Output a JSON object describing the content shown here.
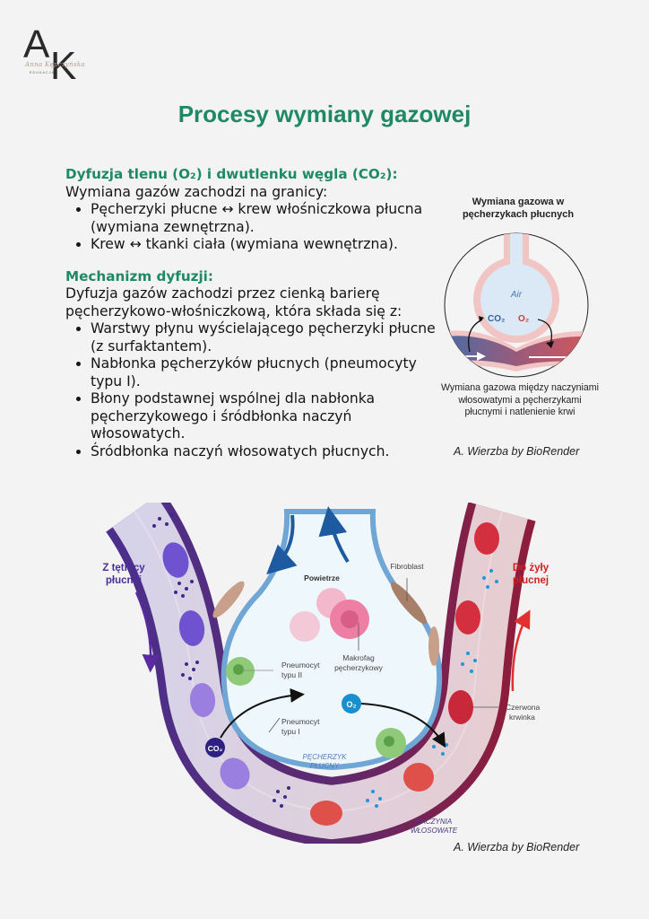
{
  "logo": {
    "monogram_a": "A",
    "monogram_k": "K",
    "signature": "Anna Kępczyńska",
    "subtitle": "EDUKACJA"
  },
  "title": "Procesy wymiany gazowej",
  "section1": {
    "heading": "Dyfuzja tlenu (O₂) i dwutlenku węgla (CO₂):",
    "intro": "Wymiana gazów zachodzi na granicy:",
    "bullets": [
      "Pęcherzyki płucne ↔ krew włośniczkowa płucna (wymiana zewnętrzna).",
      "Krew ↔ tkanki ciała (wymiana wewnętrzna)."
    ]
  },
  "section2": {
    "heading": "Mechanizm dyfuzji:",
    "intro": "Dyfuzja gazów zachodzi przez cienką barierę pęcherzykowo-włośniczkową, która składa się z:",
    "bullets": [
      "Warstwy płynu wyścielającego pęcherzyki płucne (z surfaktantem).",
      "Nabłonka pęcherzyków płucnych (pneumocyty typu I).",
      "Błony podstawnej wspólnej dla nabłonka pęcherzykowego i śródbłonka naczyń włosowatych.",
      "Śródbłonka naczyń włosowatych płucnych."
    ]
  },
  "small_figure": {
    "title_line1": "Wymiana gazowa w",
    "title_line2": "pęcherzykach płucnych",
    "air_label": "Air",
    "co2_label": "CO₂",
    "o2_label": "O₂",
    "caption": "Wymiana gazowa między naczyniami włosowatymi a pęcherzykami płucnymi i natlenienie krwi",
    "credit": "A. Wierzba by BioRender",
    "colors": {
      "deoxygenated": "#3a6fb0",
      "oxygenated": "#e05555",
      "alveolus_wall": "#f2c5c5",
      "air": "#dbe9f7"
    }
  },
  "main_figure": {
    "from_artery_line1": "Z tętnicy",
    "from_artery_line2": "płucnej",
    "to_vein_line1": "Do żyły",
    "to_vein_line2": "płucnej",
    "air_label": "Powietrze",
    "fibroblast_label": "Fibroblast",
    "macrophage_line1": "Makrofag",
    "macrophage_line2": "pęcherzykowy",
    "pneumocyte2_line1": "Pneumocyt",
    "pneumocyte2_line2": "typu II",
    "pneumocyte1_line1": "Pneumocyt",
    "pneumocyte1_line2": "typu I",
    "o2_label": "O₂",
    "co2_label": "CO₂",
    "rbc_line1": "Czerwona",
    "rbc_line2": "krwinka",
    "alveolus_line1": "PĘCHERZYK",
    "alveolus_line2": "PŁUCNY",
    "capillary_line1": "NACZYNIA",
    "capillary_line2": "WŁOSOWATE",
    "credit": "A. Wierzba by BioRender",
    "colors": {
      "venous": "#4b2f8a",
      "arterial": "#8c1d3c",
      "alveolar_wall": "#6fa6d6",
      "rbc_red": "#d93a3a",
      "rbc_purple": "#7a5bd0",
      "o2_bubble": "#1a8fd0",
      "co2_bubble": "#2d2080"
    }
  }
}
